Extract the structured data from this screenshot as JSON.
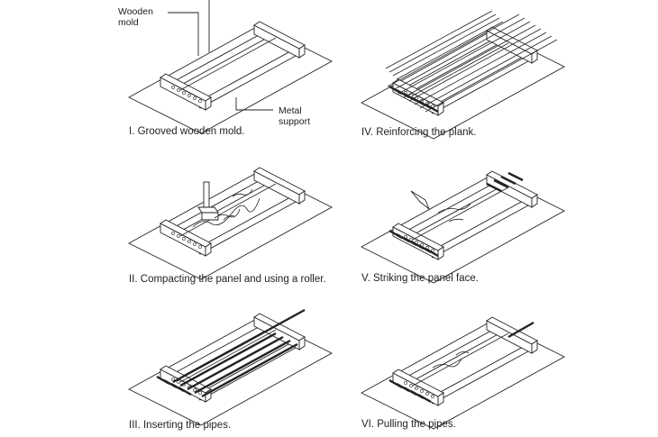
{
  "labels": {
    "wooden_mold": "Wooden\nmold",
    "metal_support": "Metal\nsupport"
  },
  "steps": [
    {
      "caption": "I. Grooved wooden mold."
    },
    {
      "caption": "II. Compacting the panel and using a roller."
    },
    {
      "caption": "III. Inserting the pipes."
    },
    {
      "caption": "IV. Reinforcing the plank."
    },
    {
      "caption": "V.  Striking the panel face."
    },
    {
      "caption": "VI.  Pulling the pipes."
    }
  ]
}
